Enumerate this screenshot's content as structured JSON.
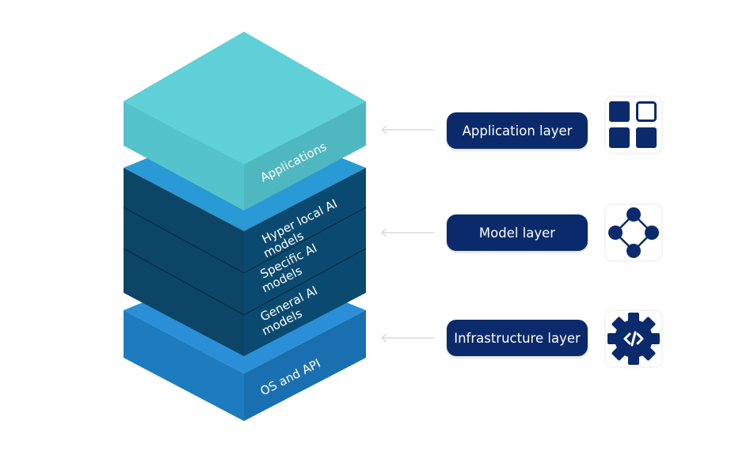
{
  "stack": {
    "layers": [
      {
        "key": "applications",
        "label": "Applications"
      },
      {
        "key": "hyper_local",
        "label_line1": "Hyper local AI",
        "label_line2": "models"
      },
      {
        "key": "specific",
        "label_line1": "Specific AI",
        "label_line2": "models"
      },
      {
        "key": "general",
        "label_line1": "General AI",
        "label_line2": "models"
      },
      {
        "key": "os_api",
        "label": "OS and API"
      }
    ]
  },
  "callouts": [
    {
      "label": "Application layer",
      "icon": "grid-icon"
    },
    {
      "label": "Model layer",
      "icon": "network-icon"
    },
    {
      "label": "Infrastructure layer",
      "icon": "code-gear-icon"
    }
  ],
  "colors": {
    "applications_top": "#5fd0d8",
    "applications_side": "#4fb7bf",
    "models_top": "#2a9ad6",
    "models_side": "#0b4a70",
    "os_top": "#2a8fd6",
    "os_side": "#1a6fb0",
    "pill": "#0a2a6b",
    "icon": "#0a2a6b"
  }
}
